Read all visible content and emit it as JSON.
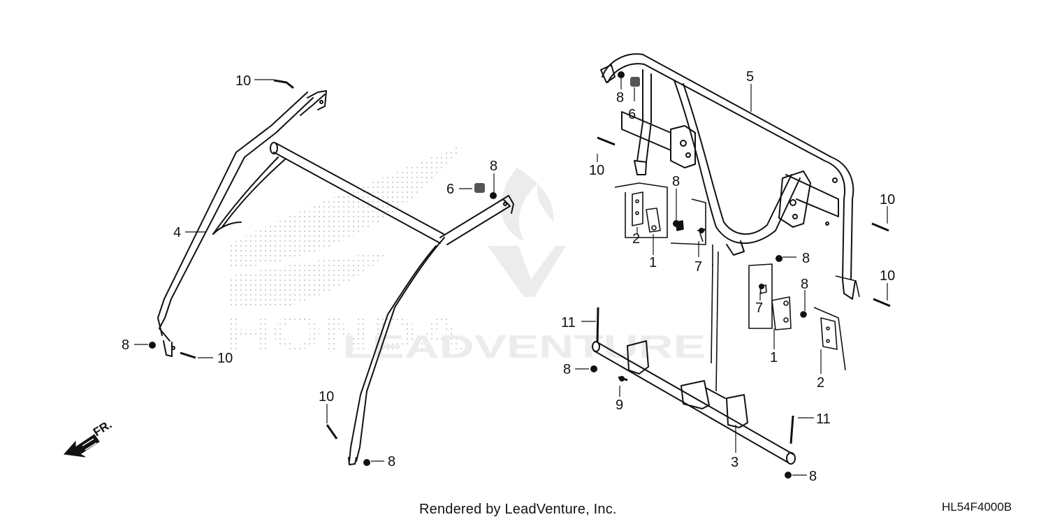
{
  "diagram": {
    "direction_marker": "FR.",
    "watermark_brand": "HONDA",
    "watermark_dealer": "LEADVENTURE",
    "callouts": {
      "c10_a": "10",
      "c4": "4",
      "c8_a": "8",
      "c10_b": "10",
      "c10_c": "10",
      "c8_b": "8",
      "c6_a": "6",
      "c8_c": "8",
      "c5": "5",
      "c8_d": "8",
      "c6_b": "6",
      "c10_d": "10",
      "c8_e": "8",
      "c2_a": "2",
      "c1_a": "1",
      "c7_a": "7",
      "c10_e": "10",
      "c8_f": "8",
      "c10_f": "10",
      "c7_b": "7",
      "c8_g": "8",
      "c1_b": "1",
      "c2_b": "2",
      "c11_a": "11",
      "c8_h": "8",
      "c9": "9",
      "c11_b": "11",
      "c3": "3",
      "c8_i": "8"
    }
  },
  "footer": {
    "credit": "Rendered by LeadVenture, Inc.",
    "code": "HL54F4000B"
  }
}
